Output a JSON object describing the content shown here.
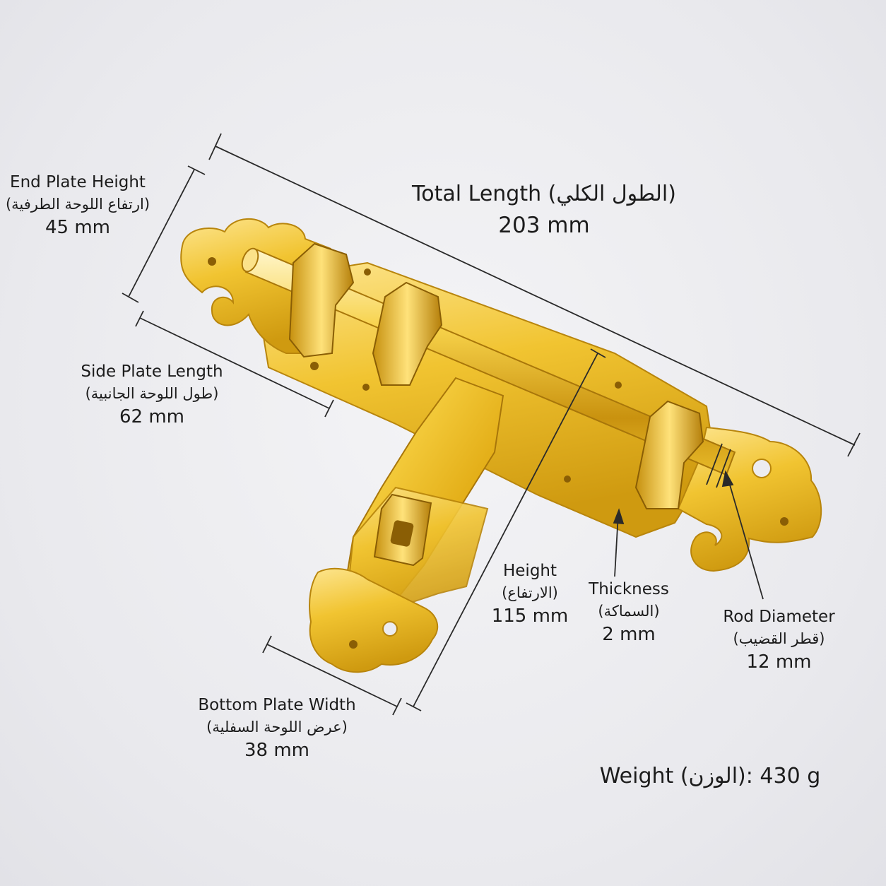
{
  "dimensions": {
    "total_length": {
      "label": "Total Length",
      "label_ar": "(الطول الكلي)",
      "value": "203 mm"
    },
    "end_plate_height": {
      "label": "End Plate Height",
      "label_ar": "(ارتفاع اللوحة الطرفية)",
      "value": "45 mm"
    },
    "side_plate_length": {
      "label": "Side Plate Length",
      "label_ar": "(طول اللوحة الجانبية)",
      "value": "62 mm"
    },
    "height": {
      "label": "Height",
      "label_ar": "(الارتفاع)",
      "value": "115 mm"
    },
    "thickness": {
      "label": "Thickness",
      "label_ar": "(السماكة)",
      "value": "2 mm"
    },
    "rod_diameter": {
      "label": "Rod Diameter",
      "label_ar": "(قطر القضيب)",
      "value": "12 mm"
    },
    "bottom_plate_width": {
      "label": "Bottom Plate Width",
      "label_ar": "(عرض اللوحة السفلية)",
      "value": "38 mm"
    }
  },
  "weight": {
    "label": "Weight",
    "label_ar": "(الوزن)",
    "separator": ":",
    "value": "430 g"
  },
  "colors": {
    "brass_light": "#fbe28a",
    "brass_mid": "#e8b51c",
    "brass_dark": "#a8760a",
    "line": "#2a2a2a"
  }
}
